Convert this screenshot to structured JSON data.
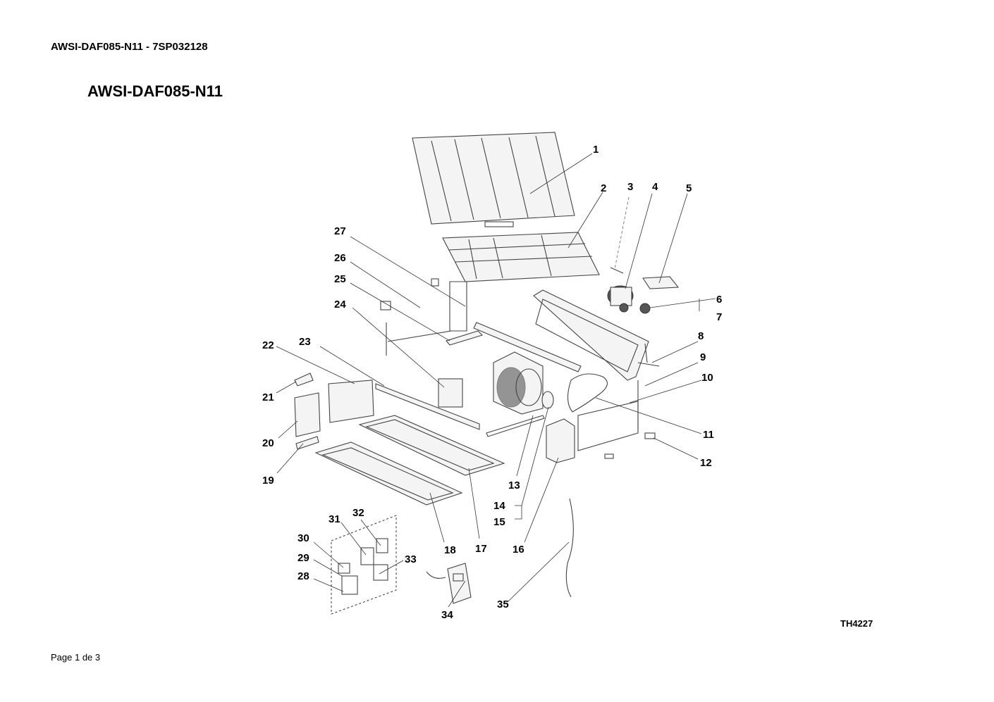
{
  "header": {
    "text": "AWSI-DAF085-N11 - 7SP032128"
  },
  "title": {
    "text": "AWSI-DAF085-N11"
  },
  "reference": {
    "code": "TH4227"
  },
  "footer": {
    "page": "Page 1 de 3"
  },
  "callouts": [
    "1",
    "2",
    "3",
    "4",
    "5",
    "6",
    "7",
    "8",
    "9",
    "10",
    "11",
    "12",
    "13",
    "14",
    "15",
    "16",
    "17",
    "18",
    "19",
    "20",
    "21",
    "22",
    "23",
    "24",
    "25",
    "26",
    "27",
    "28",
    "29",
    "30",
    "31",
    "32",
    "33",
    "34",
    "35"
  ]
}
